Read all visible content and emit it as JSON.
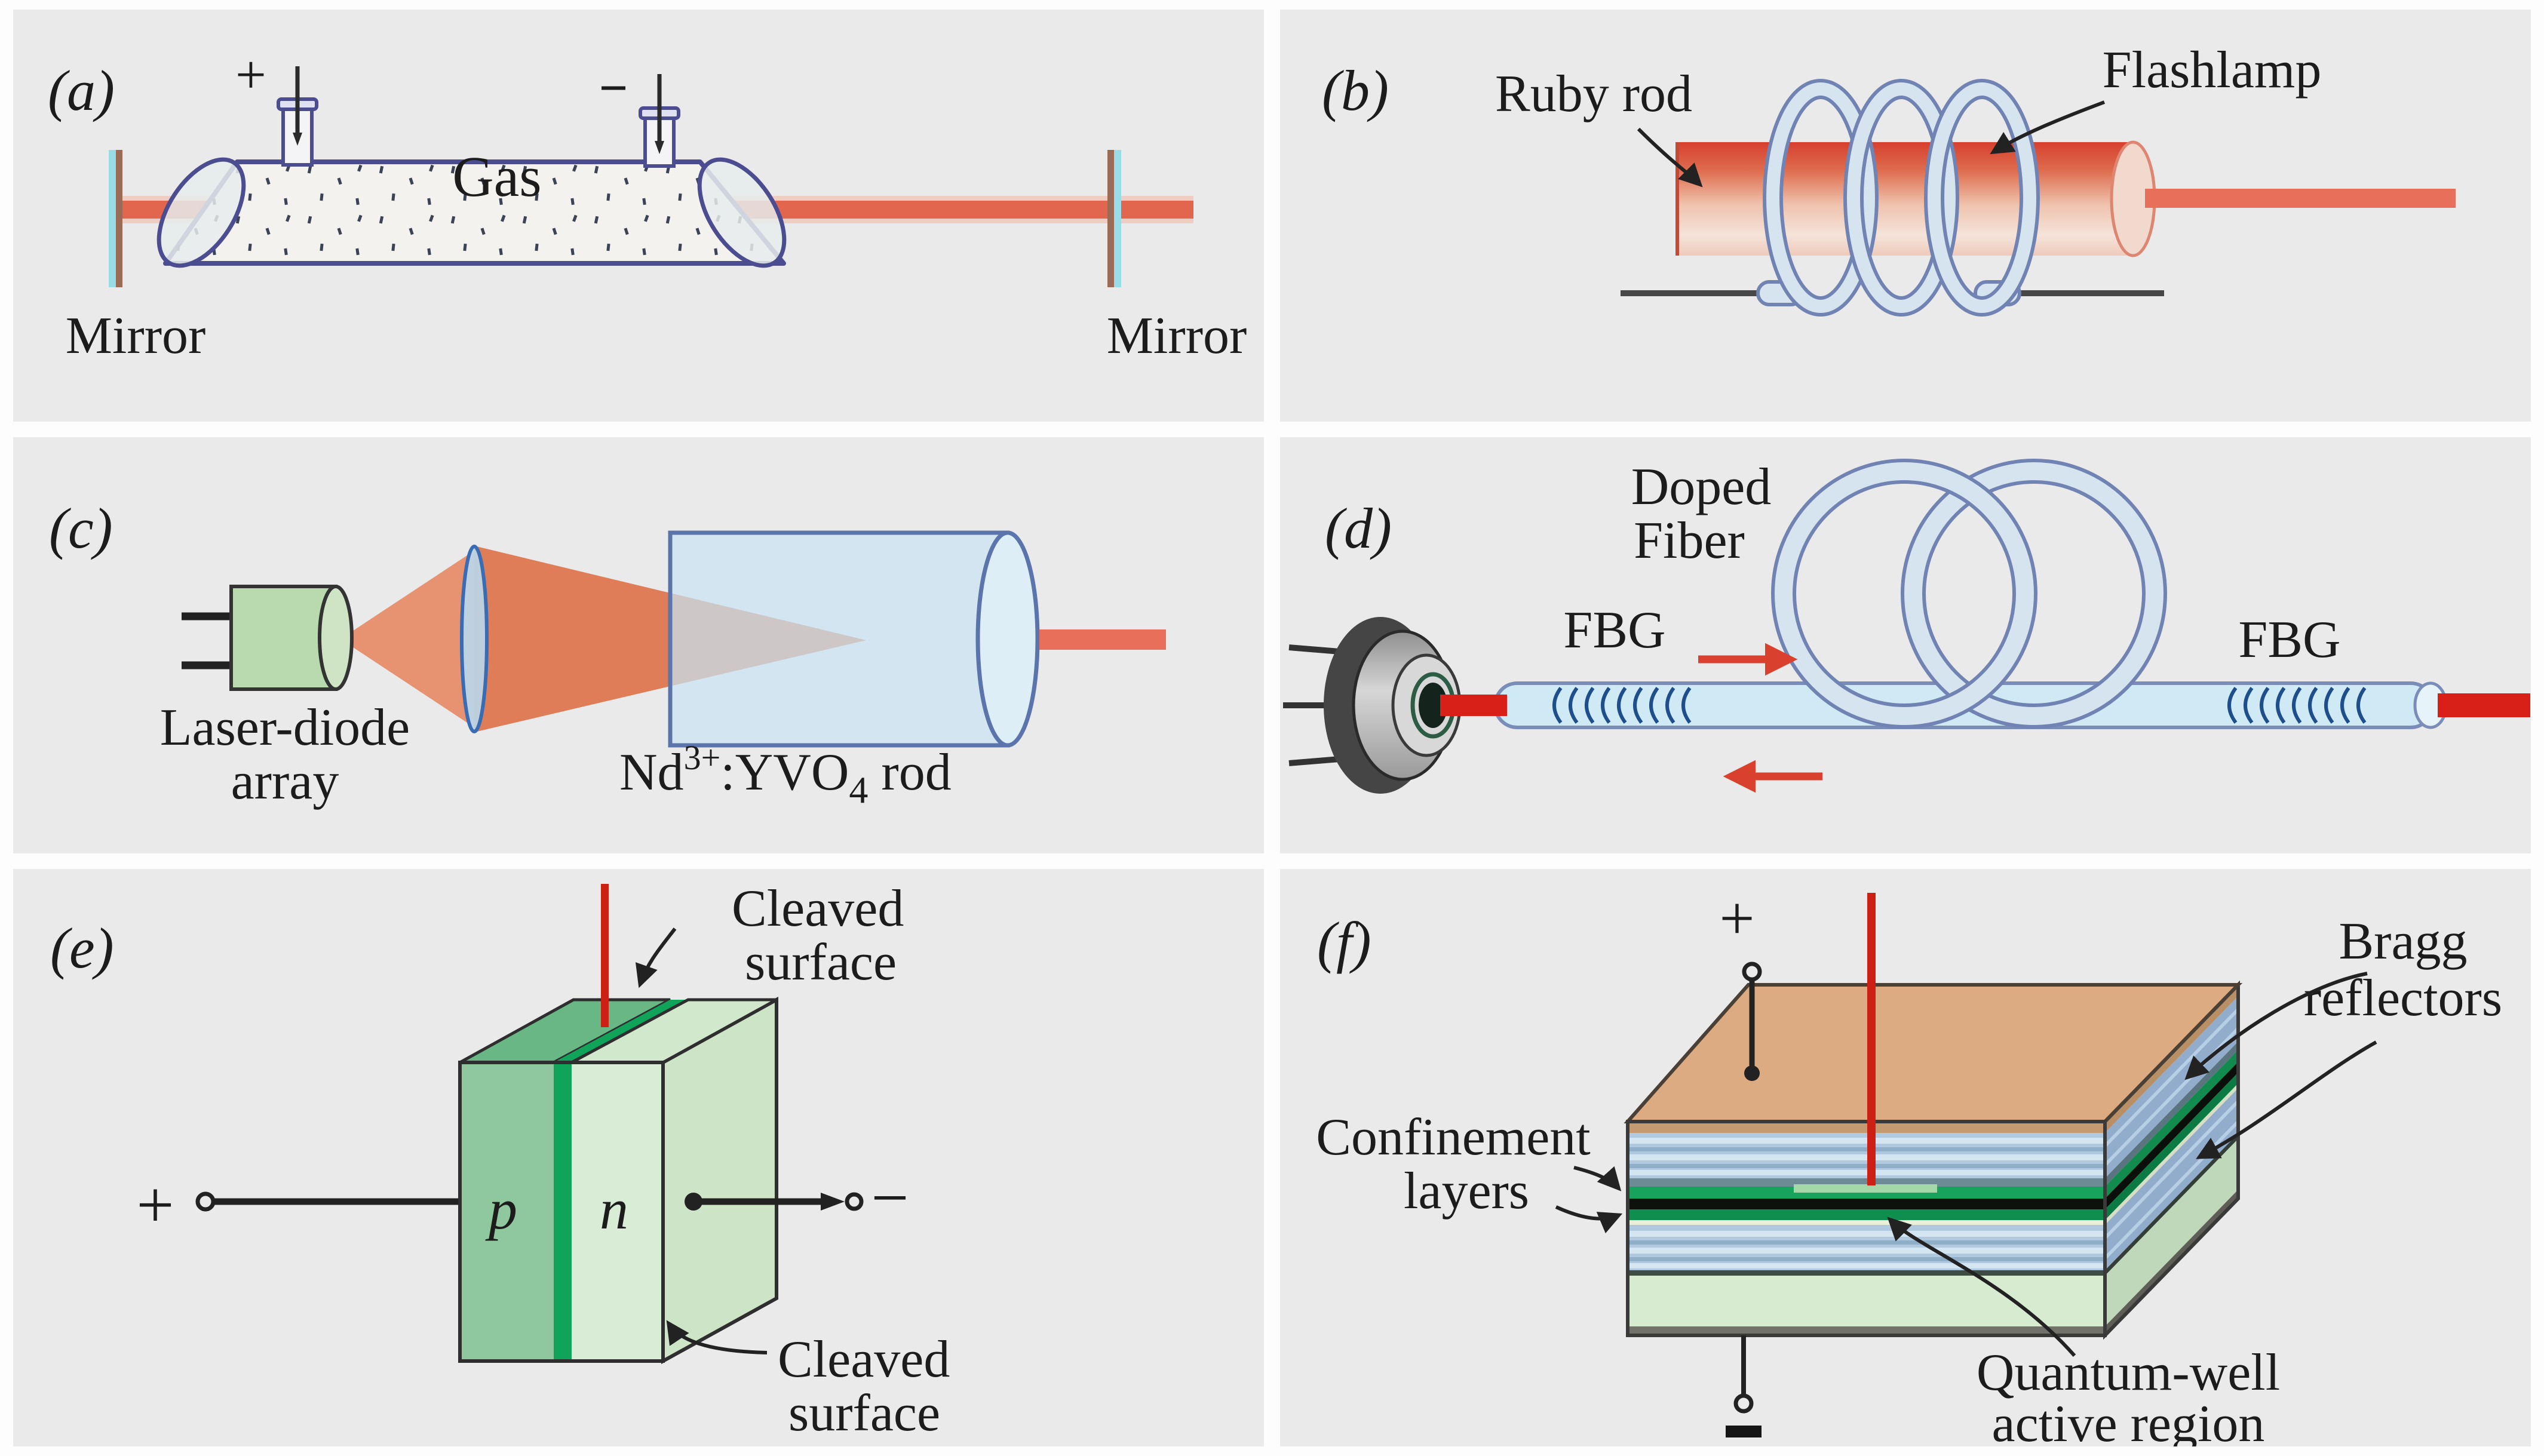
{
  "panels": {
    "a": {
      "letter": "(a)",
      "gas": "Gas",
      "mirror_left": "Mirror",
      "mirror_right": "Mirror",
      "plus": "+",
      "minus": "−"
    },
    "b": {
      "letter": "(b)",
      "ruby_rod": "Ruby rod",
      "flashlamp": "Flashlamp"
    },
    "c": {
      "letter": "(c)",
      "laser_diode_line1": "Laser-diode",
      "laser_diode_line2": "array",
      "rod_nd": "Nd",
      "rod_sup": "3+",
      "rod_mid": ":YVO",
      "rod_sub": "4",
      "rod_end": " rod"
    },
    "d": {
      "letter": "(d)",
      "doped_line1": "Doped",
      "doped_line2": "Fiber",
      "fbg_left": "FBG",
      "fbg_right": "FBG"
    },
    "e": {
      "letter": "(e)",
      "cleaved_top_line1": "Cleaved",
      "cleaved_top_line2": "surface",
      "cleaved_bottom_line1": "Cleaved",
      "cleaved_bottom_line2": "surface",
      "p_region": "p",
      "n_region": "n",
      "plus": "+",
      "minus": "−"
    },
    "f": {
      "letter": "(f)",
      "bragg_line1": "Bragg",
      "bragg_line2": "reflectors",
      "confinement_line1": "Confinement",
      "confinement_line2": "layers",
      "qw_line1": "Quantum-well",
      "qw_line2": "active region",
      "plus": "+"
    }
  },
  "colors": {
    "panel_bg": "#ebeaea",
    "beam_salmon": "#e2654d",
    "beam_bright_red": "#cc2015",
    "tube_outline_purple": "#4c4c90",
    "mirror_cyan": "#9adbe8",
    "mirror_brown": "#9c6b55",
    "coil_blue": "#d6e4f0",
    "ruby_red": "#d7402e",
    "fiber_blue": "#cfe9f5",
    "diode_green": "#b9d9ae",
    "rod_blue": "#c8e3f2",
    "p_green": "#8fc89e",
    "junction_green": "#10a45a",
    "n_green": "#d9ecd6",
    "vcsel_tan": "#dcab82",
    "bragg_blue": "#b0c9de",
    "substrate_green": "#d7ebd1"
  }
}
